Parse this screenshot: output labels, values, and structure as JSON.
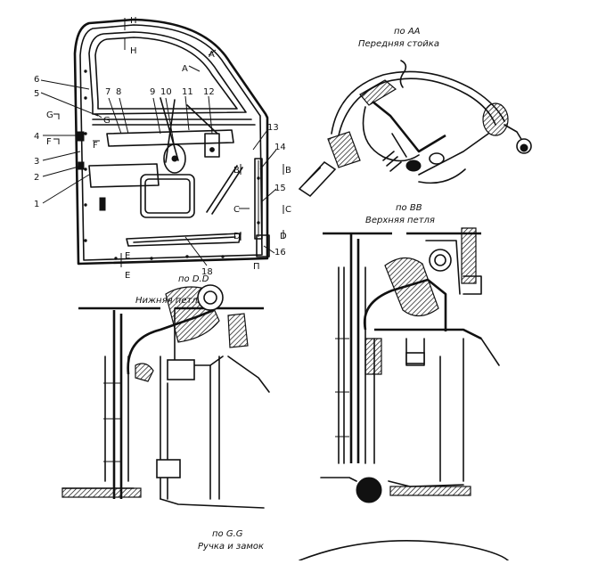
{
  "door_view": {
    "callouts": [
      "1",
      "2",
      "3",
      "4",
      "5",
      "6",
      "7",
      "8",
      "9",
      "10",
      "11",
      "12",
      "13",
      "14",
      "15",
      "16",
      "18"
    ],
    "section_marks": [
      "H",
      "H",
      "A",
      "A",
      "G",
      "G",
      "F",
      "F",
      "B",
      "B",
      "C",
      "C",
      "D",
      "D",
      "E",
      "E",
      "П"
    ]
  },
  "views": {
    "aa": {
      "ref": "по АА",
      "title": "Передняя стойка"
    },
    "bb": {
      "ref": "по ВВ",
      "title": "Верхняя петля"
    },
    "dd": {
      "ref": "по D.D",
      "title": "Нижняя петля"
    },
    "gg": {
      "ref": "по G.G",
      "title": "Ручка и замок"
    }
  }
}
